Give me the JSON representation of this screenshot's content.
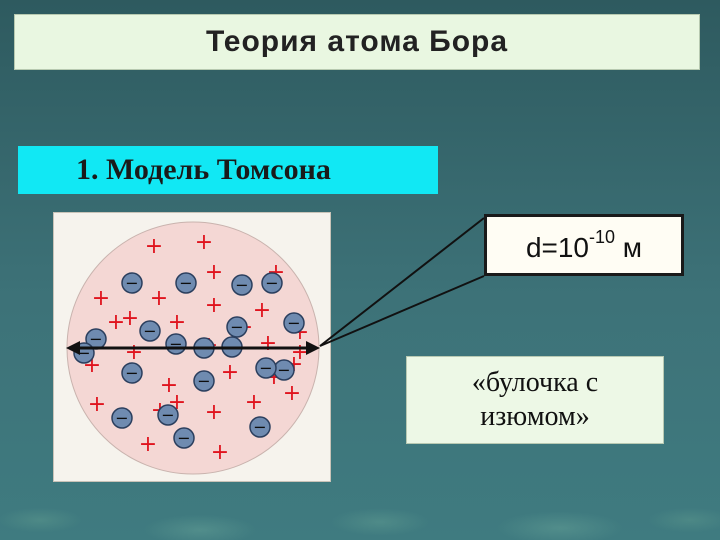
{
  "slide": {
    "title": "Теория атома Бора",
    "subtitle": "1. Модель Томсона",
    "distance": {
      "base": "d=10",
      "exponent": "-10",
      "unit": " м"
    },
    "nickname_line1": "«булочка с",
    "nickname_line2": "изюмом»"
  },
  "colors": {
    "background": "#3d7278",
    "title_bg": "#e9f7e1",
    "subtitle_bg": "#11e8f4",
    "plus_sign": "#e0141e",
    "electron_fill": "#6f8bb0",
    "sphere_fill": "#f4d7d4"
  },
  "model": {
    "plus_count": 30,
    "electron_count": 20,
    "plus_symbol": "+",
    "minus_symbol": "−"
  }
}
